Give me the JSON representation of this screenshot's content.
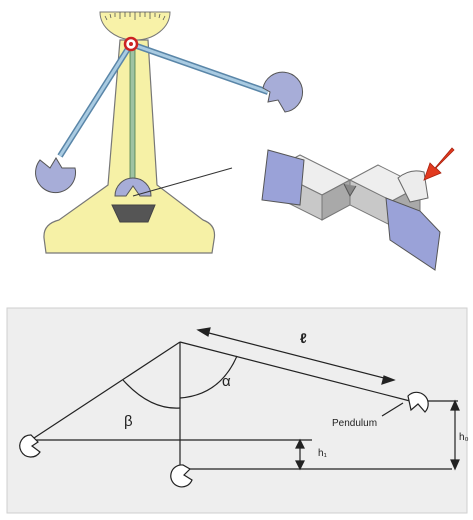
{
  "labels": {
    "length": "ℓ",
    "alpha": "α",
    "beta": "β",
    "pendulum": "Pendulum",
    "h0": "h₀",
    "h1": "h₁"
  },
  "colors": {
    "frame": "#f6f1a6",
    "rod": "#8fb5d0",
    "hammer": "#a7add8",
    "specimen": "#d2d2d2",
    "arrow": "#e23a1f",
    "panel": "#eeeeee"
  }
}
